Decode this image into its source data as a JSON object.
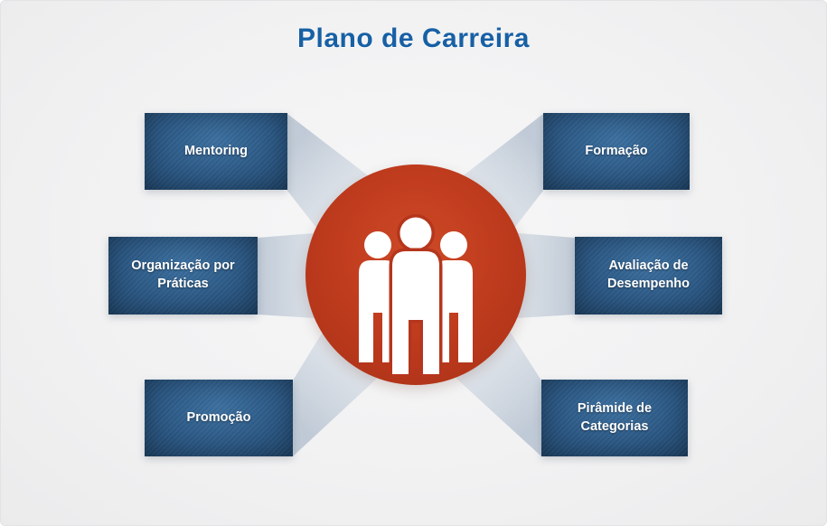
{
  "title": "Plano de Carreira",
  "nodes": [
    {
      "label": "Mentoring",
      "position": "top-left"
    },
    {
      "label": "Formação",
      "position": "top-right"
    },
    {
      "label": "Organização por Práticas",
      "position": "middle-left"
    },
    {
      "label": "Avaliação de Desempenho",
      "position": "middle-right"
    },
    {
      "label": "Promoção",
      "position": "bottom-left"
    },
    {
      "label": "Pirâmide de Categorias",
      "position": "bottom-right"
    }
  ],
  "center": {
    "icon": "people-group-icon"
  },
  "colors": {
    "title": "#1760a5",
    "node_box": "#2b5884",
    "center_circle": "#bb3a1e",
    "beam": "#c3cdd8",
    "background": "#f1f1f2"
  }
}
